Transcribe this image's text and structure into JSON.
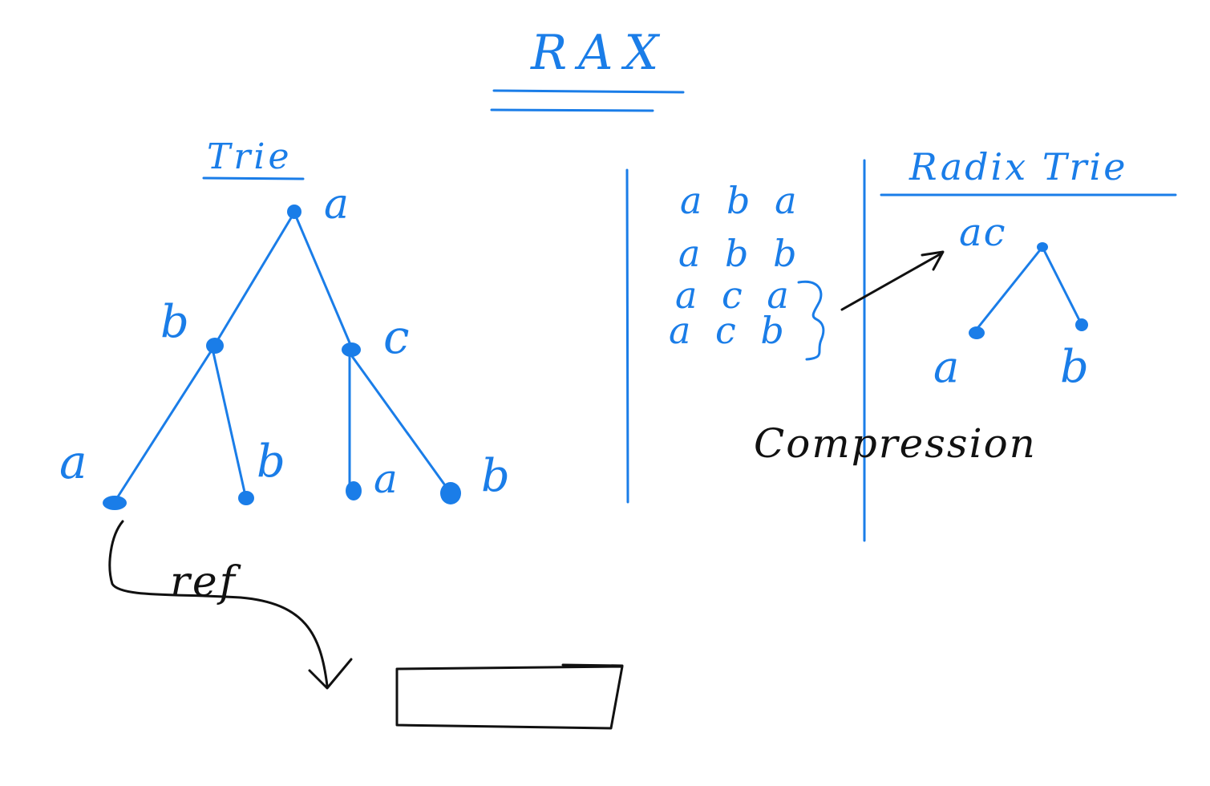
{
  "title": "RAX",
  "trie": {
    "heading": "Trie",
    "root_label": "a",
    "left_label": "b",
    "right_label": "c",
    "leaf_labels": [
      "a",
      "b",
      "a",
      "b"
    ]
  },
  "words": [
    "a b a",
    "a b b",
    "a c a",
    "a c b"
  ],
  "radix_trie": {
    "heading": "Radix Trie",
    "root_label": "ac",
    "leaf_labels": [
      "a",
      "b"
    ]
  },
  "compression_label": "Compression",
  "ref_label": "ref",
  "colors": {
    "ink_blue": "#1a7de8",
    "ink_black": "#111111",
    "background": "#ffffff"
  }
}
